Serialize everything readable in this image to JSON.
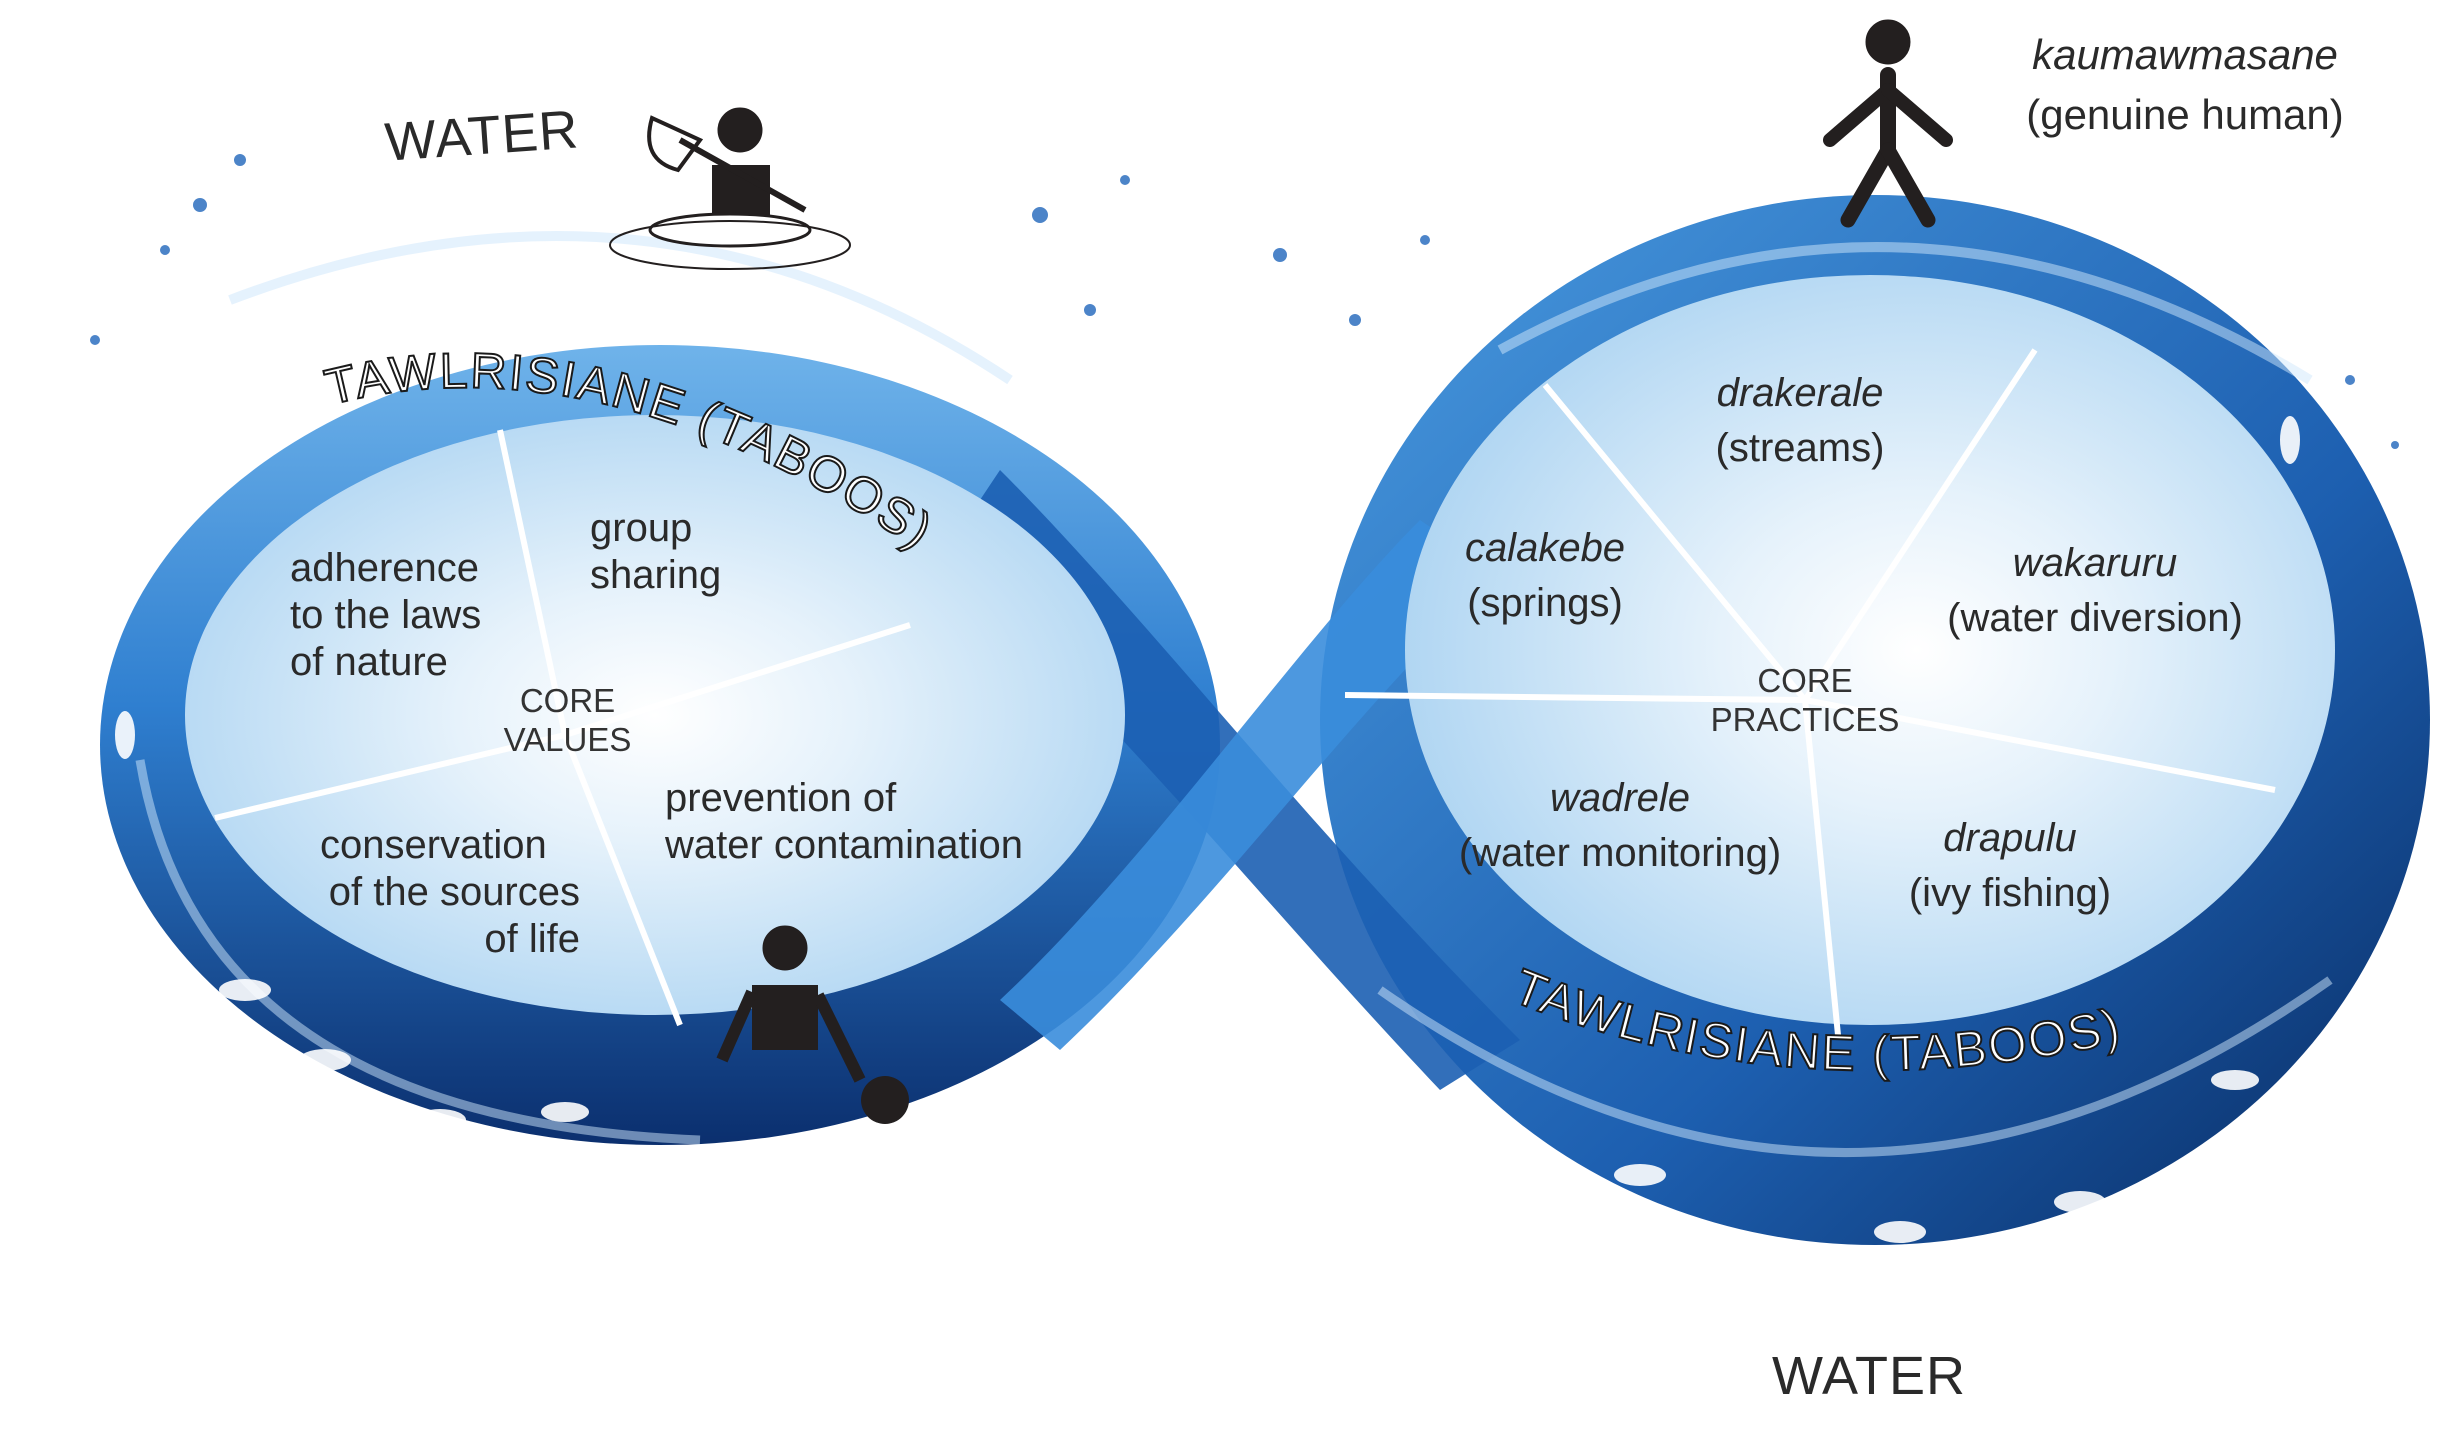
{
  "water_top": "WATER",
  "water_bottom": "WATER",
  "human": {
    "name": "kaumawmasane",
    "gloss": "(genuine human)"
  },
  "taboo_left": "TAWLRISIANE (TABOOS)",
  "taboo_right": "TAWLRISIANE (TABOOS)",
  "core_values": {
    "center_line1": "CORE",
    "center_line2": "VALUES",
    "group_sharing": [
      "group",
      "sharing"
    ],
    "adherence": [
      "adherence",
      "to the laws",
      "of nature"
    ],
    "prevention": [
      "prevention of",
      "water contamination"
    ],
    "conservation": [
      "conservation",
      "of the sources",
      "of life"
    ]
  },
  "core_practices": {
    "center_line1": "CORE",
    "center_line2": "PRACTICES",
    "drakerale": {
      "name": "drakerale",
      "gloss": "(streams)"
    },
    "calakebe": {
      "name": "calakebe",
      "gloss": "(springs)"
    },
    "wakaruru": {
      "name": "wakaruru",
      "gloss": "(water diversion)"
    },
    "wadrele": {
      "name": "wadrele",
      "gloss": "(water monitoring)"
    },
    "drapulu": {
      "name": "drapulu",
      "gloss": "(ivy fishing)"
    }
  },
  "colors": {
    "water_dark": "#0d3f86",
    "water_mid": "#2f7fd0",
    "water_light": "#8fc6ef",
    "inner_fill": "#c9e3f6",
    "text": "#2a2a2a",
    "figure": "#231f1f"
  },
  "icons": [
    "fisher-with-net-icon",
    "person-with-pot-icon",
    "standing-human-icon",
    "fish-icon"
  ]
}
